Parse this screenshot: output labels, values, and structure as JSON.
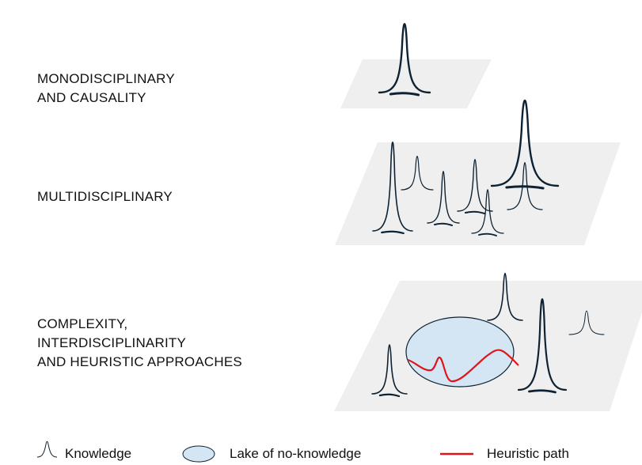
{
  "levels": {
    "mono": "MONODISCIPLINARY\nAND CAUSALITY",
    "multi": "MULTIDISCIPLINARY",
    "complex": "COMPLEXITY,\nINTERDISCIPLINARITY\nAND HEURISTIC APPROACHES"
  },
  "legend": {
    "knowledge": "Knowledge",
    "lake": "Lake of no-knowledge",
    "path": "Heuristic path"
  },
  "colors": {
    "plane": "#efefef",
    "peak": "#0e2233",
    "lake_fill": "#d4e6f4",
    "lake_stroke": "#0e2233",
    "path": "#e0141b"
  },
  "icons": {
    "knowledge": "peak-icon",
    "lake": "ellipse-icon",
    "path": "red-line-icon"
  }
}
